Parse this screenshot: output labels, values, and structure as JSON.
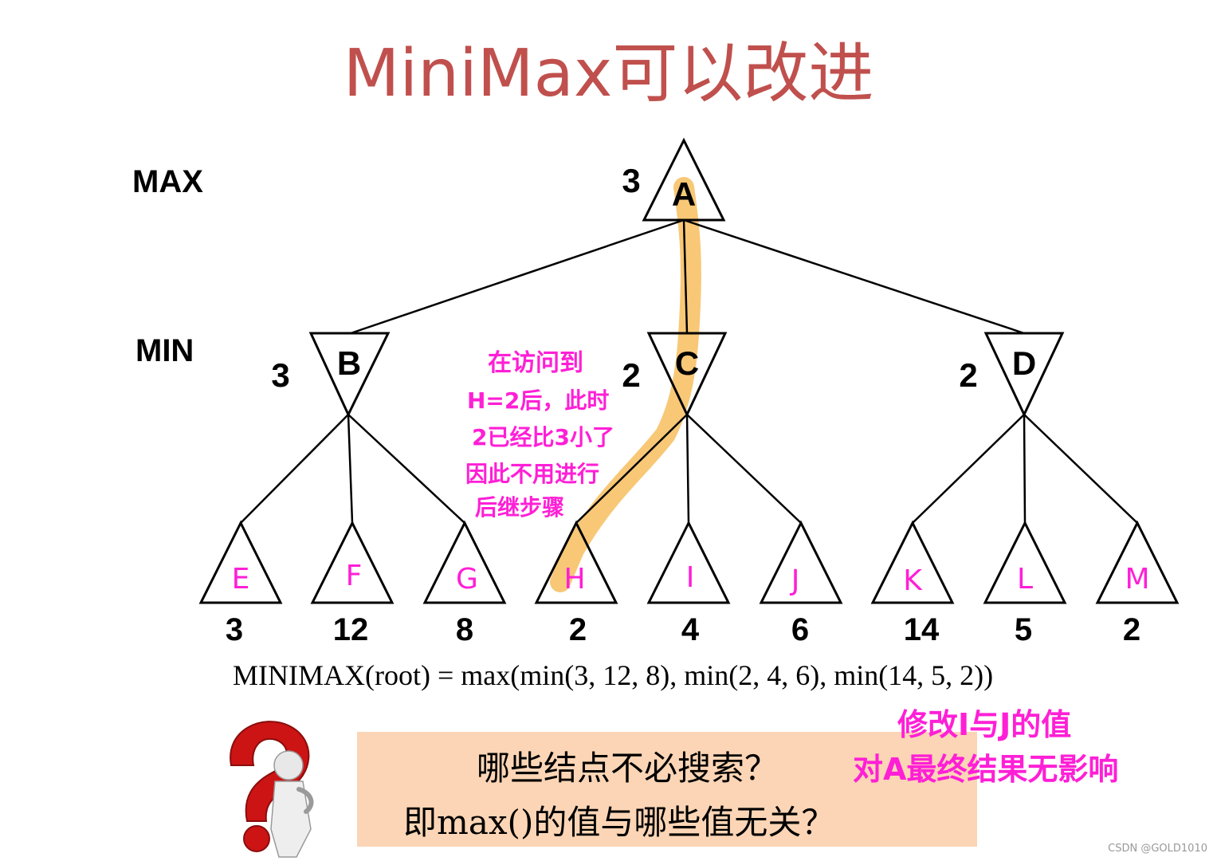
{
  "title": "MiniMax可以改进",
  "levels": {
    "max": "MAX",
    "min": "MIN"
  },
  "root": {
    "label": "A",
    "value": "3"
  },
  "min_nodes": [
    {
      "label": "B",
      "value": "3"
    },
    {
      "label": "C",
      "value": "2"
    },
    {
      "label": "D",
      "value": "2"
    }
  ],
  "leaves": [
    {
      "label": "E",
      "value": "3"
    },
    {
      "label": "F",
      "value": "12"
    },
    {
      "label": "G",
      "value": "8"
    },
    {
      "label": "H",
      "value": "2"
    },
    {
      "label": "I",
      "value": "4"
    },
    {
      "label": "J",
      "value": "6"
    },
    {
      "label": "K",
      "value": "14"
    },
    {
      "label": "L",
      "value": "5"
    },
    {
      "label": "M",
      "value": "2"
    }
  ],
  "formula": "MINIMAX(root) = max(min(3, 12, 8), min(2, 4, 6), min(14, 5, 2))",
  "question": {
    "line1": "哪些结点不必搜索？",
    "line2": "即max()的值与哪些值无关？"
  },
  "annotations": {
    "note_lines": [
      "在访问到",
      "H=2后，此时",
      "2已经比3小了",
      "因此不用进行",
      "后继步骤"
    ],
    "right_line1": "修改I与J的值",
    "right_line2": "对A最终结果无影响"
  },
  "watermark": "CSDN @GOLD1010",
  "colors": {
    "title": "#c0504d",
    "handwriting": "#ff1fd6",
    "highlight": "#f5b54a",
    "question_box": "#fbd5b5"
  }
}
